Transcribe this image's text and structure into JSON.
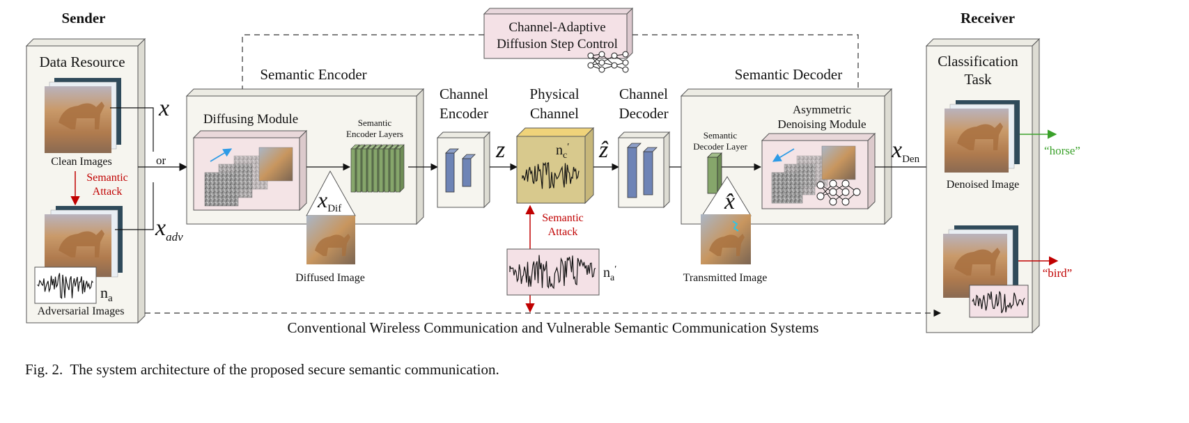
{
  "sender": {
    "title": "Sender",
    "data_resource": "Data Resource",
    "clean_images": "Clean Images",
    "semantic_attack_line1": "Semantic",
    "semantic_attack_line2": "Attack",
    "noise_label": "n",
    "noise_sub": "a",
    "adversarial_images": "Adversarial Images",
    "x_label": "x",
    "or_label": "or",
    "x_adv_label": "x",
    "x_adv_sub": "adv"
  },
  "control": {
    "line1": "Channel-Adaptive",
    "line2": "Diffusion Step Control"
  },
  "encoder": {
    "title": "Semantic Encoder",
    "diffusing_module": "Diffusing Module",
    "layers_line1": "Semantic",
    "layers_line2": "Encoder Layers",
    "x_dif": "x",
    "x_dif_sub": "Dif",
    "diffused_image": "Diffused Image"
  },
  "channel_encoder": {
    "line1": "Channel",
    "line2": "Encoder"
  },
  "z_label": "z",
  "physical_channel": {
    "line1": "Physical",
    "line2": "Channel",
    "noise_label": "n",
    "noise_sub": "c",
    "attack_line1": "Semantic",
    "attack_line2": "Attack",
    "na_label": "n",
    "na_sub": "a"
  },
  "z_hat_label": "ẑ",
  "channel_decoder": {
    "line1": "Channel",
    "line2": "Decoder"
  },
  "decoder": {
    "title": "Semantic Decoder",
    "layer_line1": "Semantic",
    "layer_line2": "Decoder Layer",
    "module_line1": "Asymmetric",
    "module_line2": "Denoising Module",
    "x_hat": "x̂",
    "transmitted_image": "Transmitted Image",
    "x_den": "x",
    "x_den_sub": "Den"
  },
  "receiver": {
    "title": "Receiver",
    "task_line1": "Classification",
    "task_line2": "Task",
    "denoised_image": "Denoised Image",
    "label_horse": "“horse”",
    "label_bird": "“bird”"
  },
  "bottom_caption": "Conventional Wireless Communication and Vulnerable Semantic Communication Systems",
  "figure_caption": "Fig. 2.  The system architecture of the proposed secure semantic communication.",
  "colors": {
    "panel": "#f6f5ef",
    "inner_pink": "#f4e4e6",
    "control_box": "#f4e1e6",
    "layers_green": "#86a66b",
    "blocks_blue": "#6e84b6",
    "channel_gold": "#d8c98d",
    "attack_red": "#c00000",
    "horse_green": "#3aa12a",
    "bird_red": "#c00000",
    "arrow_blue": "#2e9be6"
  }
}
